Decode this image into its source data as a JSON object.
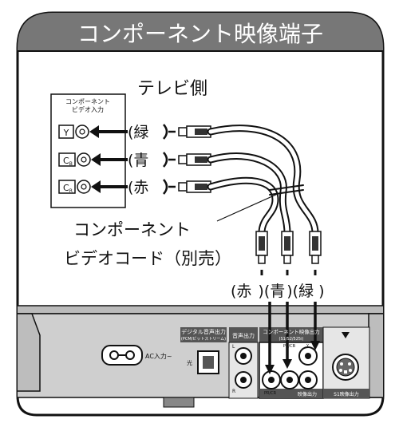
{
  "title": "コンポーネント映像端子",
  "tv_side_label": "テレビ側",
  "tv_input_box": {
    "line1": "コンポーネント",
    "line2": "ビデオ入力",
    "jacks": [
      "Y",
      "C",
      "C"
    ],
    "jack_subscripts": [
      "",
      "B",
      "R"
    ]
  },
  "cable_colors_left": [
    "(緑",
    "(青",
    "(赤"
  ],
  "cable_name": {
    "line1": "コンポーネント",
    "line2": "ビデオコード（別売）"
  },
  "cable_colors_bottom": [
    "(赤",
    ")(青",
    ")(緑",
    ")"
  ],
  "player": {
    "ac_label": "AC入力~",
    "digital_out_label": "デジタル音声出力",
    "digital_out_sub": "(PCM/ビットストリーム)",
    "optical_label": "光",
    "audio_out_label": "音声出力",
    "audio_l": "L",
    "audio_r": "R",
    "comp_out_label": "コンポーネント映像出力",
    "comp_out_sub": "(S1/S2/525i)",
    "pb_label": "PB/CB",
    "pr_label": "PR/CR",
    "y_label": "Y",
    "video_out_label": "映像出力",
    "s1_out_label": "S1映像出力"
  }
}
